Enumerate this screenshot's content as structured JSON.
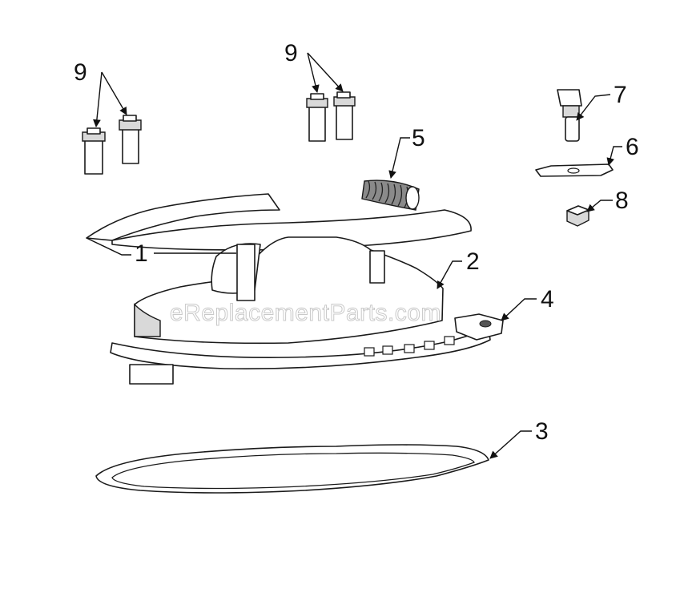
{
  "diagram": {
    "watermark": "eReplacementParts.com",
    "callouts": [
      {
        "id": "callout-1",
        "label": "1"
      },
      {
        "id": "callout-2",
        "label": "2"
      },
      {
        "id": "callout-3",
        "label": "3"
      },
      {
        "id": "callout-4",
        "label": "4"
      },
      {
        "id": "callout-5",
        "label": "5"
      },
      {
        "id": "callout-6",
        "label": "6"
      },
      {
        "id": "callout-7",
        "label": "7"
      },
      {
        "id": "callout-8",
        "label": "8"
      },
      {
        "id": "callout-9a",
        "label": "9"
      },
      {
        "id": "callout-9b",
        "label": "9"
      }
    ]
  }
}
